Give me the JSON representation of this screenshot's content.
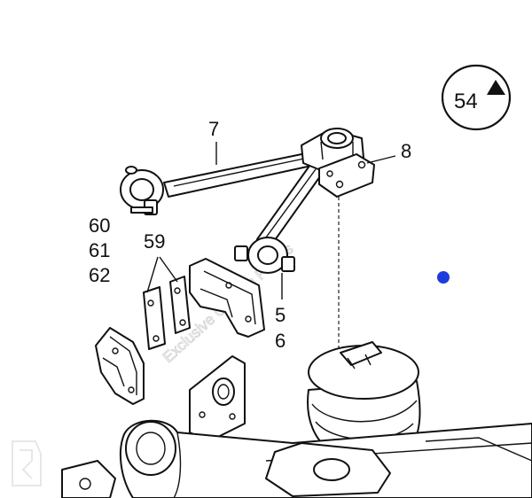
{
  "page_badge": {
    "number": "54",
    "icon": "triangle-up-icon"
  },
  "callouts": {
    "c7": "7",
    "c8": "8",
    "c59": "59",
    "c60": "60",
    "c61": "61",
    "c62": "62",
    "c5": "5",
    "c6": "6"
  },
  "watermark": {
    "text": "Exclusive Camion Pieces"
  },
  "colors": {
    "marker": "#1e3cdc",
    "line": "#111111",
    "watermark": "#cfcfcf"
  }
}
